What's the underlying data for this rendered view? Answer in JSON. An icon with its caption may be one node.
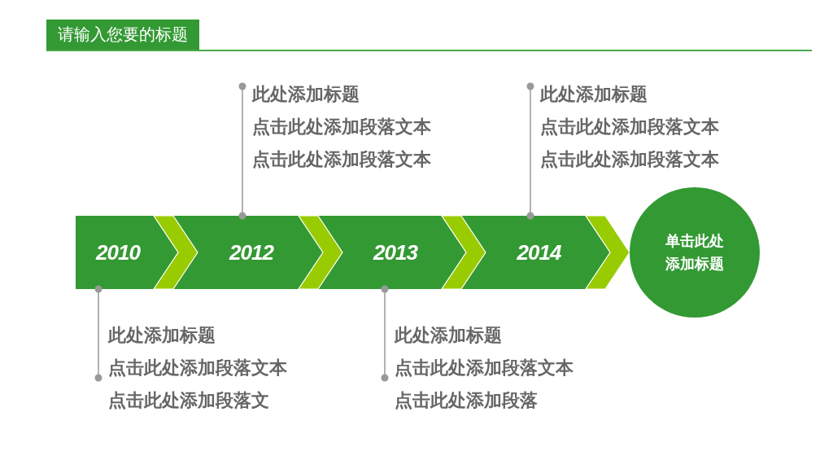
{
  "diagram": {
    "title": "请输入您要的标题",
    "nodes": [
      {
        "text": [
          "此处添加标题",
          "点击此处添加段落文本",
          "点击此处添加段落文本"
        ]
      },
      {
        "text": [
          "此处添加标题",
          "点击此处添加段落文本",
          "点击此处添加段落文本"
        ]
      },
      {
        "text": [
          "2010"
        ]
      },
      {
        "text": [
          "2012"
        ]
      },
      {
        "text": [
          "2013"
        ]
      },
      {
        "text": [
          "2014"
        ]
      },
      {
        "text": [
          "单击此处添加标题"
        ]
      },
      {
        "text": [
          "此处添加标题",
          "点击此处添加段落文本",
          "点击此处添加段落文"
        ]
      },
      {
        "text": [
          "此处添加标题",
          "点击此处添加段落文本",
          "点击此处添加段落"
        ]
      }
    ],
    "edges": [
      {
        "from": 2,
        "to": 3,
        "arrow": "to",
        "color": "#99cc00"
      },
      {
        "from": 3,
        "to": 4,
        "arrow": "to",
        "color": "#99cc00"
      },
      {
        "from": 4,
        "to": 5,
        "arrow": "to",
        "color": "#99cc00"
      },
      {
        "from": 5,
        "to": 6,
        "arrow": "to",
        "color": "#99cc00"
      },
      {
        "from": 0,
        "to": 3,
        "arrow": "other",
        "color": "#999999"
      },
      {
        "from": 1,
        "to": 5,
        "arrow": "other",
        "color": "#999999"
      },
      {
        "from": 7,
        "to": 2,
        "arrow": "other",
        "color": "#999999"
      },
      {
        "from": 8,
        "to": 4,
        "arrow": "other",
        "color": "#999999"
      }
    ]
  }
}
